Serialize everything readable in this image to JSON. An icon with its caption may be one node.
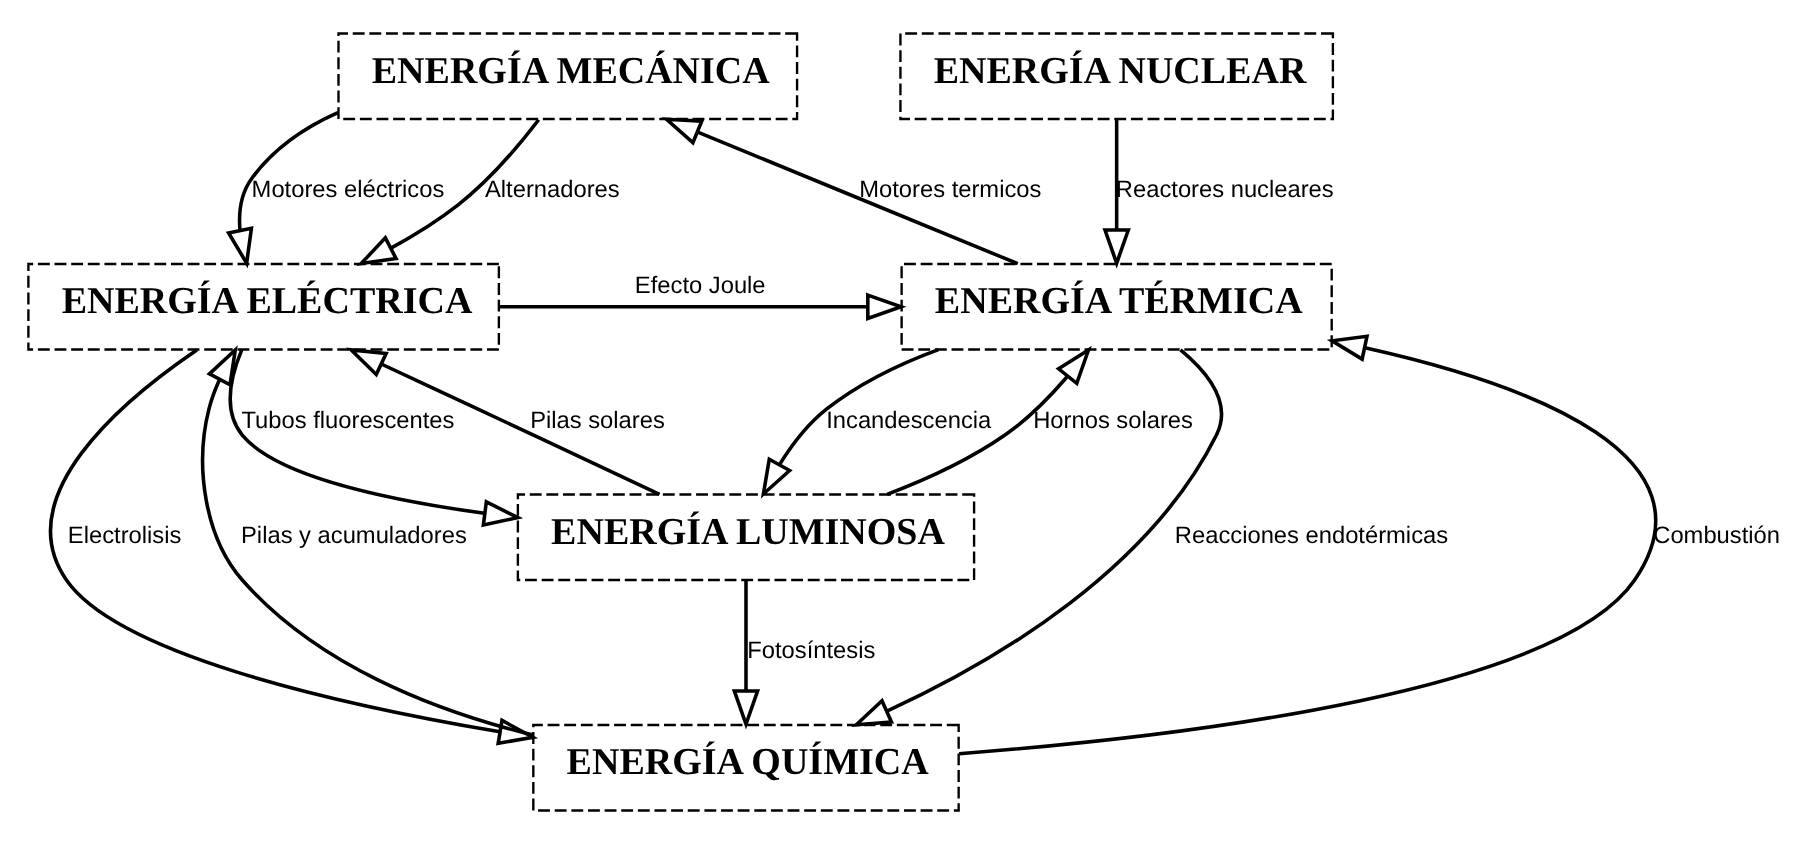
{
  "diagram": {
    "nodes": [
      {
        "text": [
          "ENERGÍA NUCLEAR"
        ]
      },
      {
        "text": [
          "ENERGÍA MECÁNICA"
        ]
      },
      {
        "text": [
          "ENERGÍA ELÉCTRICA"
        ]
      },
      {
        "text": [
          "ENERGÍA TÉRMICA"
        ]
      },
      {
        "text": [
          "ENERGÍA LUMINOSA"
        ]
      },
      {
        "text": [
          "ENERGÍA QUÍMICA"
        ]
      }
    ],
    "edges": [
      {
        "from": 1,
        "to": 2,
        "arrow": "to",
        "label": "Motores eléctricos"
      },
      {
        "from": 1,
        "to": 2,
        "arrow": "to",
        "label": "Alternadores"
      },
      {
        "from": 0,
        "to": 3,
        "arrow": "to",
        "label": "Reactores nucleares"
      },
      {
        "from": 3,
        "to": 1,
        "arrow": "to",
        "label": "Motores termicos"
      },
      {
        "from": 2,
        "to": 3,
        "arrow": "to",
        "label": "Efecto Joule"
      },
      {
        "from": 4,
        "to": 2,
        "arrow": "to",
        "label": "Pilas solares"
      },
      {
        "from": 2,
        "to": 4,
        "arrow": "to",
        "label": "Tubos fluorescentes"
      },
      {
        "from": 3,
        "to": 4,
        "arrow": "to",
        "label": "Incandescencia"
      },
      {
        "from": 4,
        "to": 3,
        "arrow": "to",
        "label": "Hornos solares"
      },
      {
        "from": 4,
        "to": 5,
        "arrow": "to",
        "label": "Fotosíntesis"
      },
      {
        "from": 5,
        "to": 2,
        "arrow": "to",
        "label": "Pilas y acumuladores"
      },
      {
        "from": 2,
        "to": 5,
        "arrow": "to",
        "label": "Electrolisis"
      },
      {
        "from": 5,
        "to": 3,
        "arrow": "to",
        "label": "Combustión"
      },
      {
        "from": 3,
        "to": 5,
        "arrow": "to",
        "label": "Reacciones endotérmicas"
      }
    ]
  }
}
